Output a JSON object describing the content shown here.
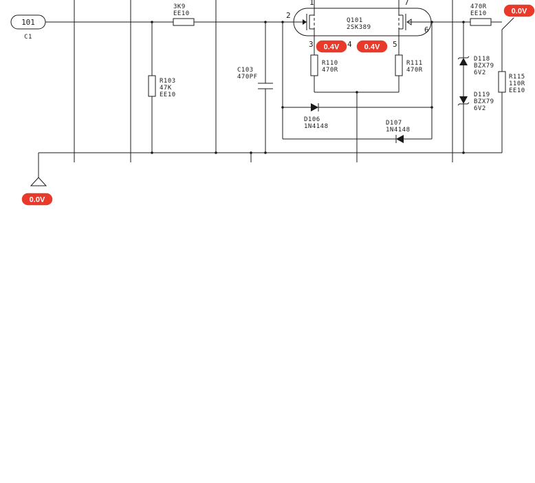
{
  "connector": {
    "id": "101",
    "ref": "C1"
  },
  "resistors": {
    "r_top_partial": {
      "value": "3K9",
      "tol": "EE10"
    },
    "r103": {
      "ref": "R103",
      "value": "47K",
      "tol": "EE10"
    },
    "r110": {
      "ref": "R110",
      "value": "470R"
    },
    "r111": {
      "ref": "R111",
      "value": "470R"
    },
    "r_top_right_partial": {
      "value": "470R",
      "tol": "EE10"
    },
    "r115": {
      "ref": "R115",
      "value": "110R",
      "tol": "EE10"
    }
  },
  "capacitor": {
    "ref": "C103",
    "value": "470PF"
  },
  "transistor": {
    "ref": "Q101",
    "part": "2SK389"
  },
  "pins": {
    "p1": "1",
    "p2": "2",
    "p3": "3",
    "p4": "4",
    "p5": "5",
    "p6": "6",
    "p7": "7"
  },
  "diodes": {
    "d106": {
      "ref": "D106",
      "part": "1N4148"
    },
    "d107": {
      "ref": "D107",
      "part": "1N4148"
    },
    "d118": {
      "ref": "D118",
      "part": "BZX79",
      "voltage": "6V2"
    },
    "d119": {
      "ref": "D119",
      "part": "BZX79",
      "voltage": "6V2"
    }
  },
  "badges": {
    "pin3_voltage": "0.4V",
    "pin5_voltage": "0.4V",
    "top_right_voltage": "0.0V",
    "ground_voltage": "0.0V"
  },
  "colors": {
    "badge": "#e8392a",
    "wire": "#1a1a1a"
  }
}
